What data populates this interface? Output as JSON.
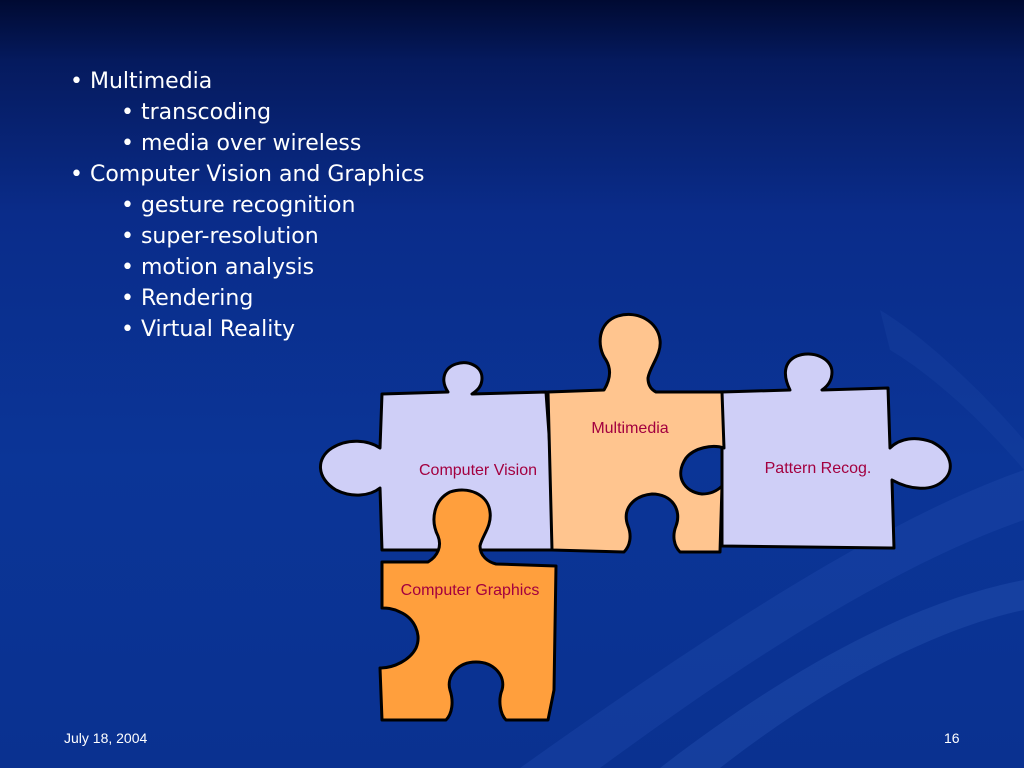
{
  "bullets": [
    {
      "level": 1,
      "text": "• Multimedia"
    },
    {
      "level": 2,
      "text": "• transcoding"
    },
    {
      "level": 2,
      "text": "• media over wireless"
    },
    {
      "level": 1,
      "text": "• Computer Vision and Graphics"
    },
    {
      "level": 2,
      "text": "• gesture recognition"
    },
    {
      "level": 2,
      "text": "• super-resolution"
    },
    {
      "level": 2,
      "text": "• motion analysis"
    },
    {
      "level": 2,
      "text": "• Rendering"
    },
    {
      "level": 2,
      "text": "• Virtual Reality"
    }
  ],
  "puzzle": {
    "computer_vision": "Computer Vision",
    "multimedia": "Multimedia",
    "pattern_recog": "Pattern Recog.",
    "computer_graphics": "Computer Graphics"
  },
  "colors": {
    "lavender_piece": "#cfcff7",
    "peach_piece": "#ffc58f",
    "orange_piece": "#ff9f3d",
    "label_text": "#a3003f"
  },
  "footer": {
    "date": "July 18, 2004",
    "page_number": "16"
  }
}
